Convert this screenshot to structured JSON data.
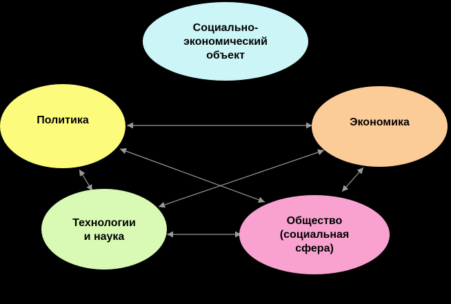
{
  "diagram": {
    "nodes": [
      {
        "id": "center",
        "label": "Социально-\nэкономический\nобъект",
        "color": "#ccf5f7"
      },
      {
        "id": "politics",
        "label": "Политика",
        "color": "#fdfb7c"
      },
      {
        "id": "economy",
        "label": "Экономика",
        "color": "#fbcb98"
      },
      {
        "id": "tech",
        "label": "Технологии\nи наука",
        "color": "#d9fab4"
      },
      {
        "id": "society",
        "label": "Общество\n(социальная\nсфера)",
        "color": "#f9a2d0"
      }
    ],
    "edges": [
      {
        "from": "politics",
        "to": "economy",
        "style": "double-arrow"
      },
      {
        "from": "politics",
        "to": "society",
        "style": "double-arrow"
      },
      {
        "from": "economy",
        "to": "tech",
        "style": "double-arrow"
      },
      {
        "from": "politics",
        "to": "tech",
        "style": "double-arrow"
      },
      {
        "from": "tech",
        "to": "society",
        "style": "double-arrow"
      },
      {
        "from": "economy",
        "to": "society",
        "style": "double-arrow"
      }
    ],
    "edge_color": "#9a9a9a",
    "background": "#000000"
  }
}
